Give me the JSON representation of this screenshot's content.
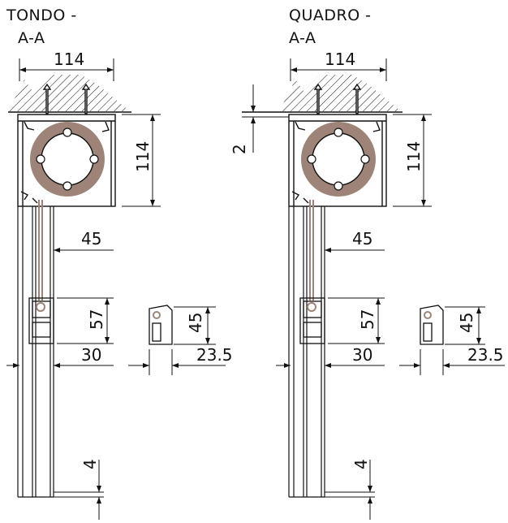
{
  "drawings": [
    {
      "title_line1": "TONDO -",
      "title_line2": "A-A",
      "dim_top_width": "114",
      "dim_box_height": "114",
      "dim_guide": "45",
      "dim_bottom_bar_height": "57",
      "dim_bottom_bar_width": "30",
      "dim_end_cap_height": "45",
      "dim_end_cap_width": "23.5",
      "dim_sill": "4"
    },
    {
      "title_line1": "QUADRO -",
      "title_line2": "A-A",
      "dim_top_width": "114",
      "dim_box_height": "114",
      "dim_gap": "2",
      "dim_guide": "45",
      "dim_bottom_bar_height": "57",
      "dim_bottom_bar_width": "30",
      "dim_end_cap_height": "45",
      "dim_end_cap_width": "23.5",
      "dim_sill": "4"
    }
  ],
  "colors": {
    "roll": "#9e8478",
    "line": "#111111"
  }
}
